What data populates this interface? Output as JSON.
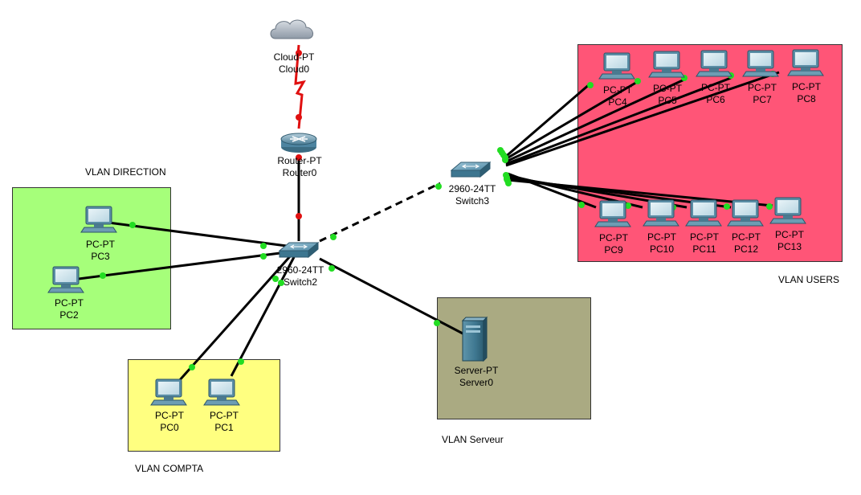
{
  "zones": {
    "direction": {
      "label": "VLAN DIRECTION",
      "color": "#a6ff7a"
    },
    "compta": {
      "label": "VLAN COMPTA",
      "color": "#ffff80"
    },
    "serveur": {
      "label": "VLAN Serveur",
      "color": "#aaaa82"
    },
    "users": {
      "label": "VLAN USERS",
      "color": "#ff5577"
    }
  },
  "devices": {
    "cloud0": {
      "type": "Cloud-PT",
      "name": "Cloud0",
      "icon": "cloud-icon"
    },
    "router0": {
      "type": "Router-PT",
      "name": "Router0",
      "icon": "router-icon"
    },
    "switch2": {
      "type": "2960-24TT",
      "name": "Switch2",
      "icon": "switch-icon"
    },
    "switch3": {
      "type": "2960-24TT",
      "name": "Switch3",
      "icon": "switch-icon"
    },
    "server0": {
      "type": "Server-PT",
      "name": "Server0",
      "icon": "server-icon"
    },
    "pc0": {
      "type": "PC-PT",
      "name": "PC0",
      "icon": "pc-icon"
    },
    "pc1": {
      "type": "PC-PT",
      "name": "PC1",
      "icon": "pc-icon"
    },
    "pc2": {
      "type": "PC-PT",
      "name": "PC2",
      "icon": "pc-icon"
    },
    "pc3": {
      "type": "PC-PT",
      "name": "PC3",
      "icon": "pc-icon"
    },
    "pc4": {
      "type": "PC-PT",
      "name": "PC4",
      "icon": "pc-icon"
    },
    "pc5": {
      "type": "PC-PT",
      "name": "PC5",
      "icon": "pc-icon"
    },
    "pc6": {
      "type": "PC-PT",
      "name": "PC6",
      "icon": "pc-icon"
    },
    "pc7": {
      "type": "PC-PT",
      "name": "PC7",
      "icon": "pc-icon"
    },
    "pc8": {
      "type": "PC-PT",
      "name": "PC8",
      "icon": "pc-icon"
    },
    "pc9": {
      "type": "PC-PT",
      "name": "PC9",
      "icon": "pc-icon"
    },
    "pc10": {
      "type": "PC-PT",
      "name": "PC10",
      "icon": "pc-icon"
    },
    "pc11": {
      "type": "PC-PT",
      "name": "PC11",
      "icon": "pc-icon"
    },
    "pc12": {
      "type": "PC-PT",
      "name": "PC12",
      "icon": "pc-icon"
    },
    "pc13": {
      "type": "PC-PT",
      "name": "PC13",
      "icon": "pc-icon"
    }
  },
  "links": [
    {
      "from": "cloud0",
      "to": "router0",
      "style": "serial",
      "color": "#e01010"
    },
    {
      "from": "router0",
      "to": "switch2",
      "style": "copper",
      "color": "#000000"
    },
    {
      "from": "switch2",
      "to": "switch3",
      "style": "crossover",
      "color": "#000000"
    },
    {
      "from": "switch2",
      "to": "pc3",
      "style": "copper",
      "color": "#000000"
    },
    {
      "from": "switch2",
      "to": "pc2",
      "style": "copper",
      "color": "#000000"
    },
    {
      "from": "switch2",
      "to": "pc0",
      "style": "copper",
      "color": "#000000"
    },
    {
      "from": "switch2",
      "to": "pc1",
      "style": "copper",
      "color": "#000000"
    },
    {
      "from": "switch2",
      "to": "server0",
      "style": "copper",
      "color": "#000000"
    },
    {
      "from": "switch3",
      "to": "pc4",
      "style": "copper",
      "color": "#000000"
    },
    {
      "from": "switch3",
      "to": "pc5",
      "style": "copper",
      "color": "#000000"
    },
    {
      "from": "switch3",
      "to": "pc6",
      "style": "copper",
      "color": "#000000"
    },
    {
      "from": "switch3",
      "to": "pc7",
      "style": "copper",
      "color": "#000000"
    },
    {
      "from": "switch3",
      "to": "pc8",
      "style": "copper",
      "color": "#000000"
    },
    {
      "from": "switch3",
      "to": "pc9",
      "style": "copper",
      "color": "#000000"
    },
    {
      "from": "switch3",
      "to": "pc10",
      "style": "copper",
      "color": "#000000"
    },
    {
      "from": "switch3",
      "to": "pc11",
      "style": "copper",
      "color": "#000000"
    },
    {
      "from": "switch3",
      "to": "pc12",
      "style": "copper",
      "color": "#000000"
    },
    {
      "from": "switch3",
      "to": "pc13",
      "style": "copper",
      "color": "#000000"
    }
  ],
  "port_status_color": "#22dd22",
  "serial_port_color": "#e01010"
}
